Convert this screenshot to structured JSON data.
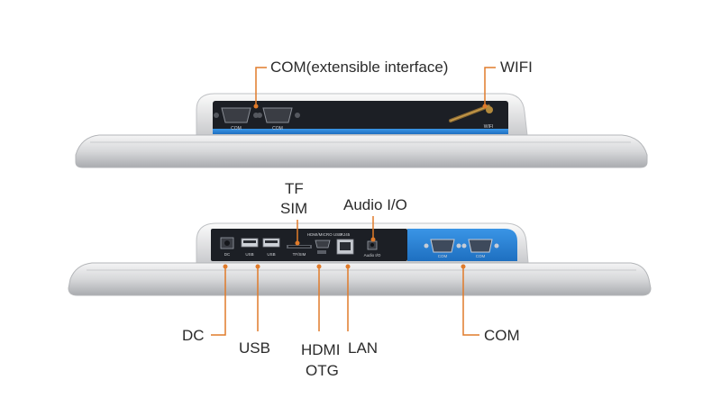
{
  "colors": {
    "accent": "#e07b2a",
    "panel_blue": "#2f86d6",
    "panel_dark": "#1c1f25",
    "frame_silver": "#d9dadc",
    "text": "#2b2b2b"
  },
  "top_view": {
    "callouts": {
      "com_extensible": "COM(extensible interface)",
      "wifi": "WIFI"
    },
    "port_labels": [
      "COM",
      "COM",
      "WIFI"
    ]
  },
  "bottom_view": {
    "callouts": {
      "tf": "TF",
      "sim": "SIM",
      "audio_io": "Audio I/O",
      "dc": "DC",
      "usb": "USB",
      "hdmi": "HDMI",
      "otg": "OTG",
      "lan": "LAN",
      "com": "COM"
    },
    "port_labels": {
      "dc": "DC",
      "usb1": "USB",
      "usb2": "USB",
      "tfsim": "TF/SIM",
      "hdmi_otg": "HDMI/MICRO USB",
      "rj45": "RJ45",
      "audio": "Audio I/O",
      "com1": "COM",
      "com2": "COM"
    }
  }
}
